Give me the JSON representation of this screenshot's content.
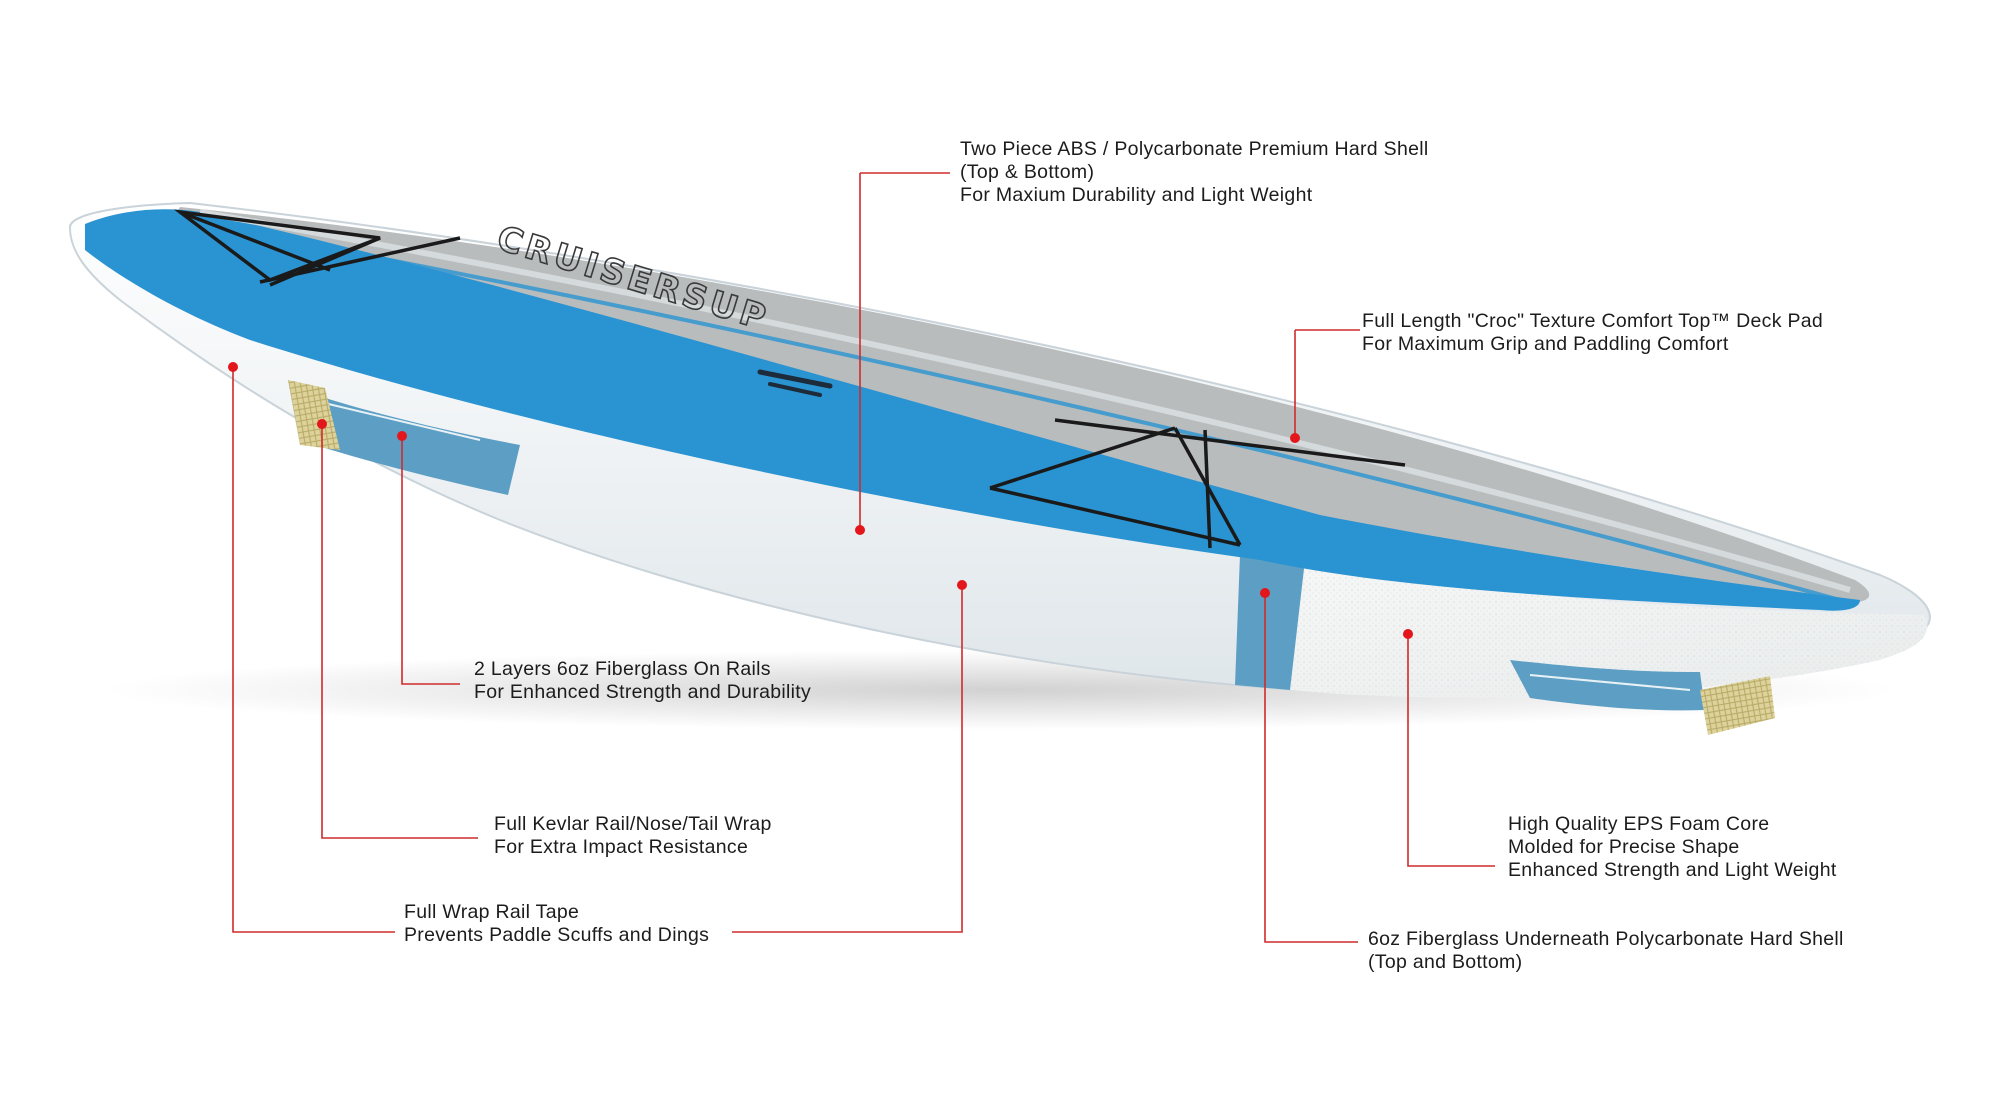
{
  "colors": {
    "deck_blue": "#2a93d2",
    "deck_gray": "#b9bcbd",
    "rail_white": "#f3f5f6",
    "rail_tape_blue": "#5d9fc4",
    "kevlar": "#d8cc94",
    "leader_red": "#e2161b"
  },
  "board": {
    "logo": "CRUISERSUP"
  },
  "callouts": [
    {
      "id": "shell",
      "lines": [
        "Two Piece ABS / Polycarbonate Premium Hard Shell",
        "(Top & Bottom)",
        "For Maxium Durability and Light Weight"
      ]
    },
    {
      "id": "deckpad",
      "lines": [
        "Full Length \"Croc\" Texture Comfort Top™ Deck Pad",
        "For Maximum Grip and Paddling Comfort"
      ]
    },
    {
      "id": "fiberglass-rails",
      "lines": [
        "2 Layers 6oz Fiberglass On Rails",
        "For Enhanced Strength and Durability"
      ]
    },
    {
      "id": "kevlar",
      "lines": [
        "Full Kevlar Rail/Nose/Tail Wrap",
        "For Extra Impact Resistance"
      ]
    },
    {
      "id": "rail-tape",
      "lines": [
        "Full Wrap Rail Tape",
        "Prevents Paddle Scuffs and Dings"
      ]
    },
    {
      "id": "eps-core",
      "lines": [
        "High Quality EPS Foam Core",
        "Molded for Precise Shape",
        "Enhanced Strength and Light Weight"
      ]
    },
    {
      "id": "fiberglass-underneath",
      "lines": [
        "6oz Fiberglass Underneath Polycarbonate Hard Shell",
        "(Top and Bottom)"
      ]
    }
  ]
}
